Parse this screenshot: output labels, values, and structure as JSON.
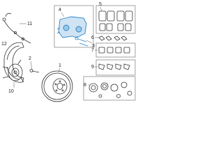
{
  "diagram": {
    "callouts": {
      "c1": "1",
      "c2": "2",
      "c3": "3",
      "c4": "4",
      "c5": "5",
      "c6": "6",
      "c7": "7",
      "c8": "8",
      "c9": "9",
      "c10": "10",
      "c11": "11",
      "c12": "12"
    },
    "colors": {
      "ink": "#333333",
      "highlight": "#2a86c8",
      "box": "#666666"
    }
  }
}
